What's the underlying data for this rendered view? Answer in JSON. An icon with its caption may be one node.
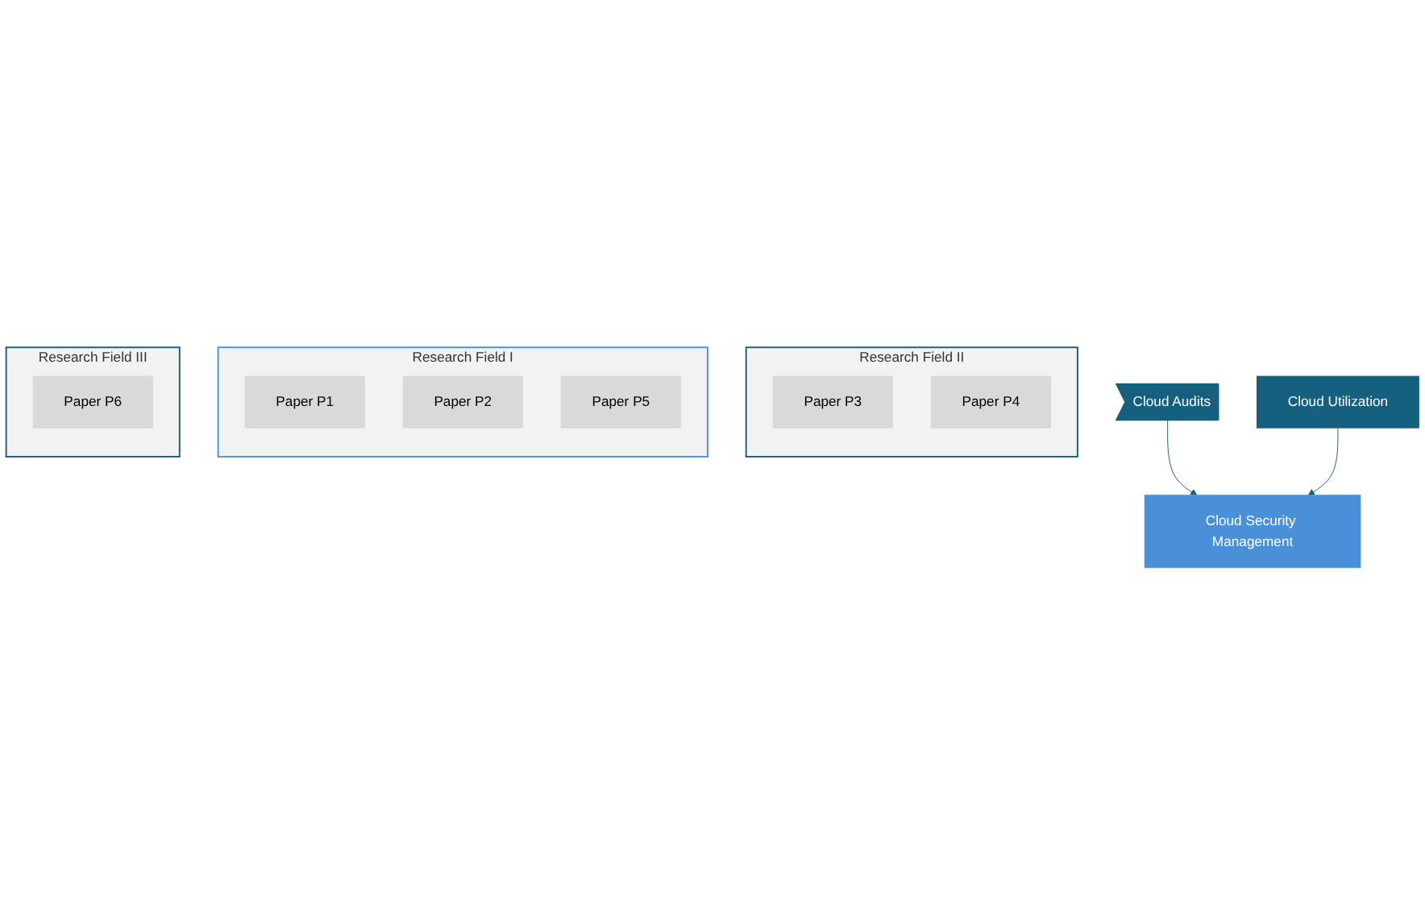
{
  "diagram": {
    "nodes": [
      {
        "text": [
          "Research Field II"
        ]
      },
      {
        "text": [
          "Paper P3"
        ],
        "in": 0
      },
      {
        "text": [
          "Paper P4"
        ],
        "in": 0
      },
      {
        "text": [
          "Research Field I"
        ]
      },
      {
        "text": [
          "Paper P1"
        ],
        "in": 3
      },
      {
        "text": [
          "Paper P2"
        ],
        "in": 3
      },
      {
        "text": [
          "Paper P5"
        ],
        "in": 3
      },
      {
        "text": [
          "Research Field III"
        ]
      },
      {
        "text": [
          "Paper P6"
        ],
        "in": 7
      },
      {
        "text": [
          "Cloud Audits"
        ]
      },
      {
        "text": [
          "Cloud Security Management"
        ]
      },
      {
        "text": [
          "Cloud Utilization"
        ]
      }
    ],
    "edges": [
      {
        "from": 9,
        "to": 10,
        "arrow": "to"
      },
      {
        "from": 11,
        "to": 10,
        "arrow": "to"
      }
    ]
  }
}
